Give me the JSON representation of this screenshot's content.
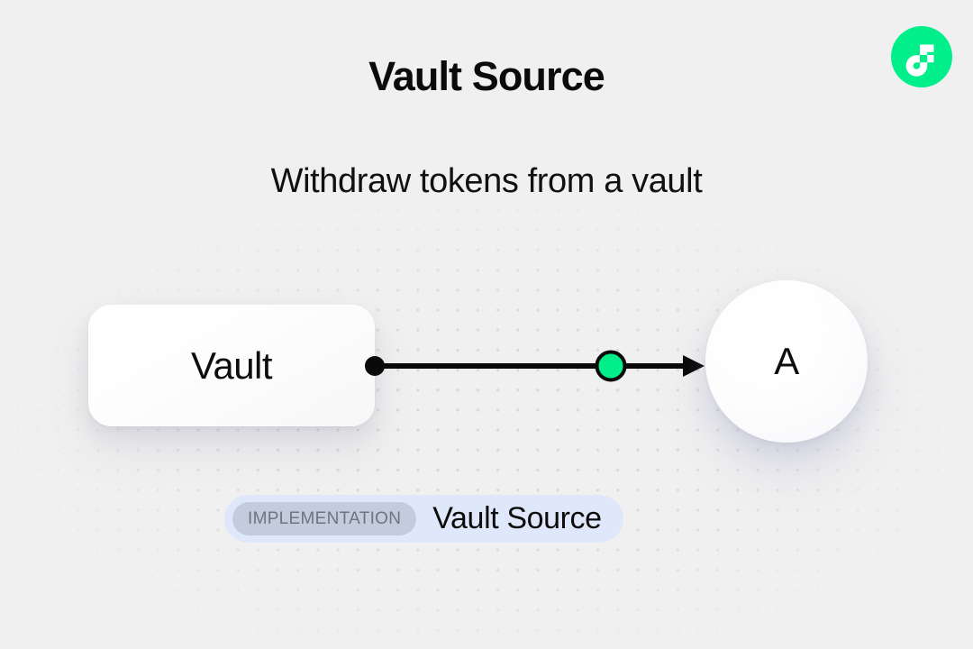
{
  "header": {
    "title": "Vault Source",
    "subtitle": "Withdraw tokens from a vault",
    "logo_icon": "flow-logo-icon",
    "logo_bg_color": "#00EF8B",
    "logo_mark_color": "#FFFFFF"
  },
  "diagram": {
    "source_node": {
      "label": "Vault",
      "shape": "rounded-rectangle",
      "port_icon": "connector-dot-icon",
      "port_color": "#0A0A0A"
    },
    "edge": {
      "line_color": "#0A0A0A",
      "arrow_icon": "arrow-head-icon",
      "midpoint_icon": "token-node-icon",
      "midpoint_color": "#00EF8B",
      "midpoint_stroke_color": "#0A0A0A"
    },
    "target_node": {
      "label": "A",
      "shape": "circle"
    }
  },
  "badge": {
    "tag": "IMPLEMENTATION",
    "name": "Vault Source",
    "bg_color": "#DFE8FB",
    "tag_bg_color": "#C2CCDD",
    "tag_text_color": "#6E7580"
  },
  "canvas": {
    "background_color": "#F0F0F0",
    "dot_color": "#D9D9D9"
  }
}
